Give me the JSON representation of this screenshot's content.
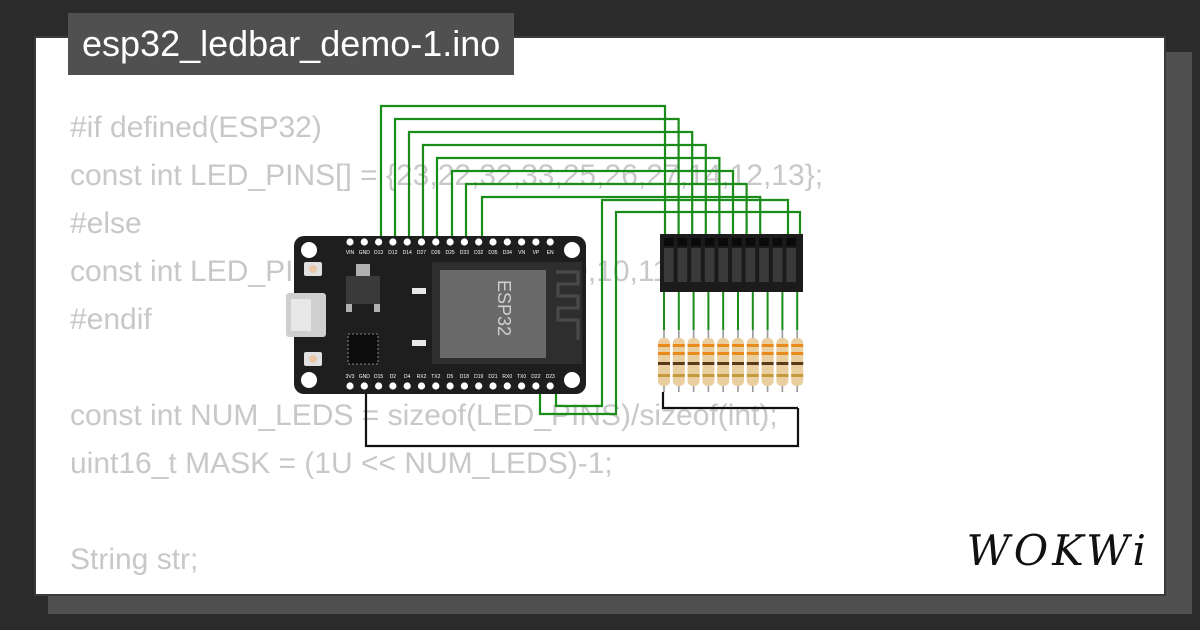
{
  "title": "esp32_ledbar_demo-1.ino",
  "code_lines": [
    "#if defined(ESP32)",
    "const int LED_PINS[] = {23,22,32,33,25,26,27,14,12,13};",
    "#else",
    "const int LED_PINS[] = {2,3,4,5,6,7,8,9,10,11};",
    "#endif",
    "",
    "const int NUM_LEDS = sizeof(LED_PINS)/sizeof(int);",
    "uint16_t MASK = (1U << NUM_LEDS)-1;",
    "",
    "String str;"
  ],
  "board": {
    "chip_label": "ESP32",
    "top_pins": [
      "VIN",
      "GND",
      "D13",
      "D12",
      "D14",
      "D27",
      "D26",
      "D25",
      "D33",
      "D32",
      "D35",
      "D34",
      "VN",
      "VP",
      "EN"
    ],
    "bottom_pins": [
      "3V3",
      "GND",
      "D15",
      "D2",
      "D4",
      "RX2",
      "TX2",
      "D5",
      "D18",
      "D19",
      "D21",
      "RX0",
      "TX0",
      "D22",
      "D23"
    ]
  },
  "brand": "WOKWi",
  "colors": {
    "wire_green": "#1a8c1a",
    "wire_black": "#111111",
    "board": "#1e1e1e",
    "card_bg": "#ffffff",
    "code_text": "#c8c8c8"
  }
}
